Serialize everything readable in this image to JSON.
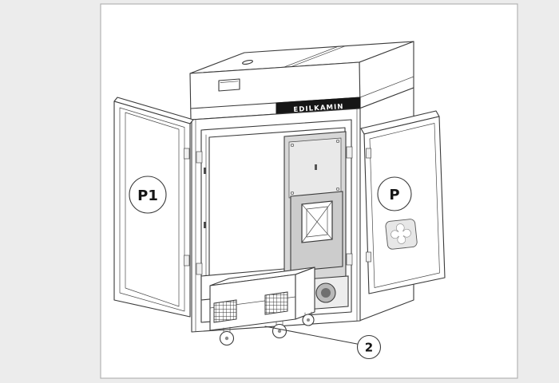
{
  "page": {
    "background": "#ececec",
    "panel_background": "#ffffff",
    "panel_border": "#b3b3b3",
    "line_color": "#3a3a3a",
    "brand_plate_color": "#161616",
    "brand_text_color": "#ffffff"
  },
  "diagram": {
    "brand": "EDILKAMIN",
    "callouts": {
      "left_door": "P1",
      "right_door": "P",
      "drawer": "2"
    }
  }
}
